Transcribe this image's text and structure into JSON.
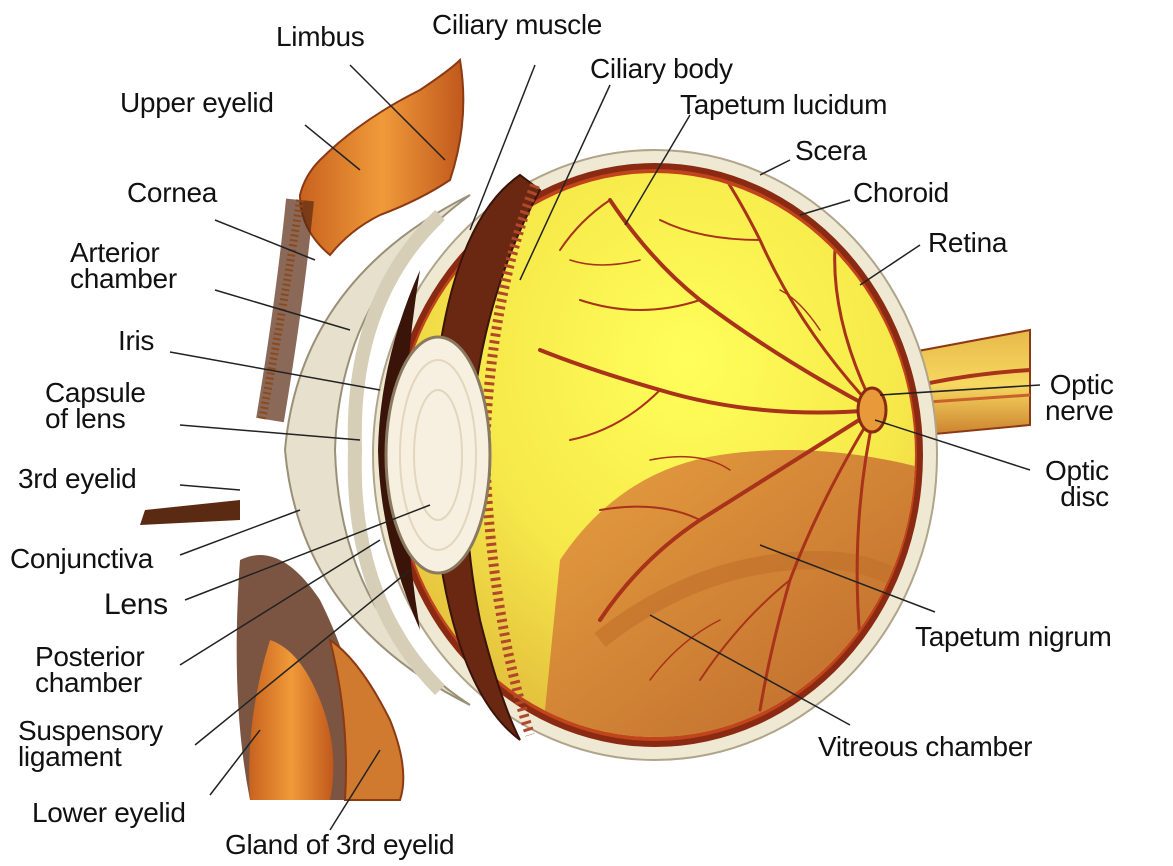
{
  "labels": {
    "limbus": "Limbus",
    "ciliary_muscle": "Ciliary muscle",
    "ciliary_body": "Ciliary body",
    "upper_eyelid": "Upper eyelid",
    "tapetum_lucidum": "Tapetum lucidum",
    "scera": "Scera",
    "cornea": "Cornea",
    "choroid": "Choroid",
    "arterior_chamber": "Arterior\nchamber",
    "retina": "Retina",
    "iris": "Iris",
    "capsule_of_lens": "Capsule\nof lens",
    "optic_nerve": "Optic\nnerve",
    "third_eyelid": "3rd eyelid",
    "optic_disc": "Optic\ndisc",
    "conjunctiva": "Conjunctiva",
    "lens": "Lens",
    "posterior_chamber": "Posterior\nchamber",
    "tapetum_nigrum": "Tapetum nigrum",
    "suspensory_ligament": "Suspensory\nligament",
    "vitreous_chamber": "Vitreous chamber",
    "lower_eyelid": "Lower eyelid",
    "gland_of_3rd_eyelid": "Gland of 3rd eyelid"
  },
  "colors": {
    "sclera": "#efe9d3",
    "choroid": "#8b2a12",
    "fundus_bright": "#ffff4a",
    "fundus_mid": "#f0d84a",
    "tapetum_nigrum": "#d98a3a",
    "iris": "#6a2812",
    "lens": "#f7efe0",
    "eyelid": "#e38a2e",
    "vessel": "#a8321a",
    "leader": "#222222"
  }
}
